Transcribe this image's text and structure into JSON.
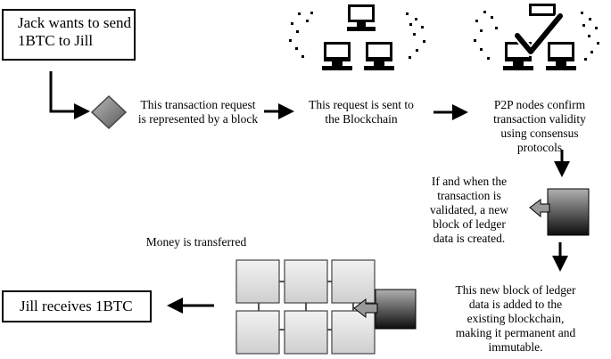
{
  "start_box": {
    "line1": "Jack wants to send",
    "line2": "1BTC to Jill"
  },
  "steps": {
    "block": {
      "line1": "This transaction request",
      "line2": "is represented by a block"
    },
    "sent": {
      "line1": "This request is sent to",
      "line2": "the Blockchain"
    },
    "confirm": {
      "line1": "P2P nodes confirm",
      "line2": "transaction validity",
      "line3": "using consensus",
      "line4": "protocols"
    },
    "validated": {
      "line1": "If and when the",
      "line2": "transaction is",
      "line3": "validated, a new",
      "line4": "block of ledger",
      "line5": "data is created."
    },
    "added": {
      "line1": "This new block of ledger",
      "line2": "data is added to the",
      "line3": "existing blockchain,",
      "line4": "making it permanent and",
      "line5": "immutable."
    },
    "transferred": "Money is transferred"
  },
  "end_box": {
    "label": "Jill receives 1BTC"
  },
  "colors": {
    "diamond": "#8a8a8a",
    "block_gradient_top": "#aaaaaa",
    "block_gradient_bottom": "#111111",
    "chain_block": "#e0e0e0"
  }
}
